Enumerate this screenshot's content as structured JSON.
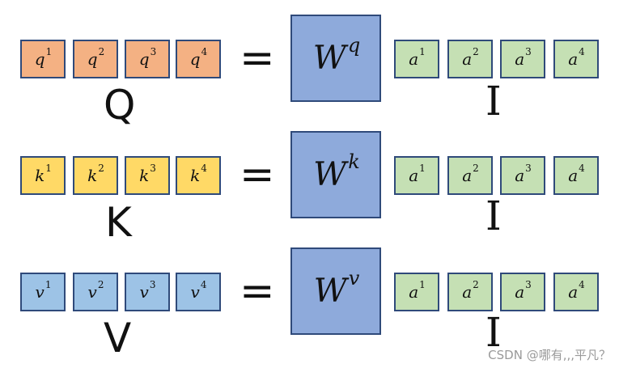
{
  "colors": {
    "q_fill": "#f4b183",
    "k_fill": "#ffd966",
    "v_fill": "#9dc3e6",
    "a_fill": "#c5e0b4",
    "weight_fill": "#8eaadb",
    "border": "#2f4a7a"
  },
  "rows": [
    {
      "name": "q",
      "outputs": [
        {
          "base": "q",
          "sup": "1"
        },
        {
          "base": "q",
          "sup": "2"
        },
        {
          "base": "q",
          "sup": "3"
        },
        {
          "base": "q",
          "sup": "4"
        }
      ],
      "label": "Q",
      "equals": "=",
      "weight": {
        "base": "W",
        "sup": "q"
      },
      "inputs": [
        {
          "base": "a",
          "sup": "1"
        },
        {
          "base": "a",
          "sup": "2"
        },
        {
          "base": "a",
          "sup": "3"
        },
        {
          "base": "a",
          "sup": "4"
        }
      ],
      "input_label": "I"
    },
    {
      "name": "k",
      "outputs": [
        {
          "base": "k",
          "sup": "1"
        },
        {
          "base": "k",
          "sup": "2"
        },
        {
          "base": "k",
          "sup": "3"
        },
        {
          "base": "k",
          "sup": "4"
        }
      ],
      "label": "K",
      "equals": "=",
      "weight": {
        "base": "W",
        "sup": "k"
      },
      "inputs": [
        {
          "base": "a",
          "sup": "1"
        },
        {
          "base": "a",
          "sup": "2"
        },
        {
          "base": "a",
          "sup": "3"
        },
        {
          "base": "a",
          "sup": "4"
        }
      ],
      "input_label": "I"
    },
    {
      "name": "v",
      "outputs": [
        {
          "base": "v",
          "sup": "1"
        },
        {
          "base": "v",
          "sup": "2"
        },
        {
          "base": "v",
          "sup": "3"
        },
        {
          "base": "v",
          "sup": "4"
        }
      ],
      "label": "V",
      "equals": "=",
      "weight": {
        "base": "W",
        "sup": "v"
      },
      "inputs": [
        {
          "base": "a",
          "sup": "1"
        },
        {
          "base": "a",
          "sup": "2"
        },
        {
          "base": "a",
          "sup": "3"
        },
        {
          "base": "a",
          "sup": "4"
        }
      ],
      "input_label": "I"
    }
  ],
  "watermark": "CSDN @哪有,,,平凡？"
}
